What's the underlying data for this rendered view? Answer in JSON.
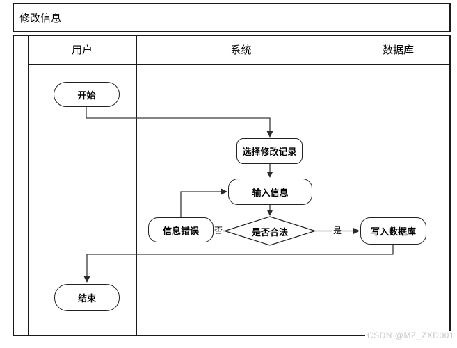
{
  "title": "修改信息",
  "lanes": [
    {
      "id": "user",
      "label": "用户"
    },
    {
      "id": "system",
      "label": "系统"
    },
    {
      "id": "database",
      "label": "数据库"
    }
  ],
  "nodes": {
    "start": {
      "label": "开始",
      "type": "terminator",
      "lane": "用户"
    },
    "select_record": {
      "label": "选择修改记录",
      "type": "process",
      "lane": "系统"
    },
    "input_info": {
      "label": "输入信息",
      "type": "process",
      "lane": "系统"
    },
    "is_valid": {
      "label": "是否合法",
      "type": "decision",
      "lane": "系统"
    },
    "info_error": {
      "label": "信息错误",
      "type": "process",
      "lane": "系统"
    },
    "write_db": {
      "label": "写入数据库",
      "type": "process",
      "lane": "数据库"
    },
    "end": {
      "label": "结束",
      "type": "terminator",
      "lane": "用户"
    }
  },
  "edges": [
    {
      "from": "start",
      "to": "select_record",
      "label": ""
    },
    {
      "from": "select_record",
      "to": "input_info",
      "label": ""
    },
    {
      "from": "input_info",
      "to": "is_valid",
      "label": ""
    },
    {
      "from": "is_valid",
      "to": "info_error",
      "label": "否"
    },
    {
      "from": "info_error",
      "to": "input_info",
      "label": ""
    },
    {
      "from": "is_valid",
      "to": "write_db",
      "label": "是"
    },
    {
      "from": "write_db",
      "to": "end",
      "label": ""
    }
  ],
  "watermark": "CSDN @MZ_ZXD001",
  "colors": {
    "line": "#1a1a1a",
    "connector": "#3a3a3a",
    "node_fill": "#ffffff",
    "watermark": "#c8c8c8",
    "background": "#ffffff"
  }
}
